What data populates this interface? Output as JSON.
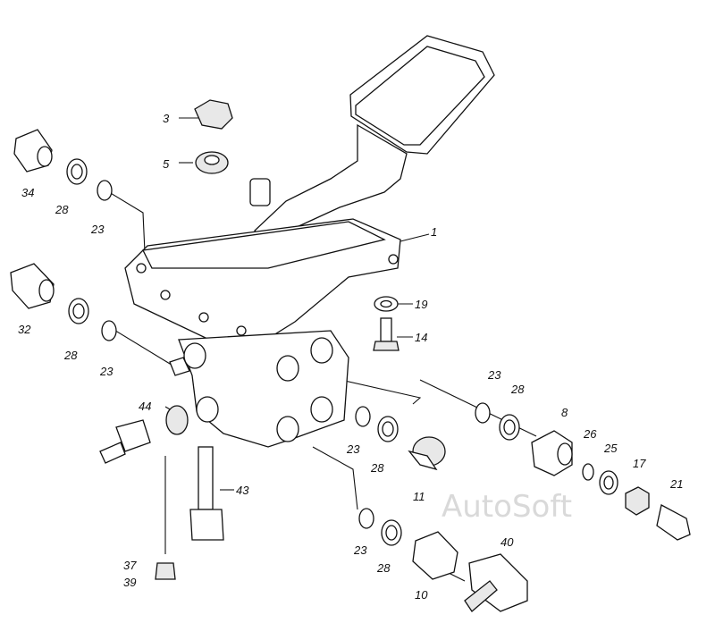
{
  "watermark": "AutoSoft",
  "callouts": [
    {
      "id": "p3",
      "label": "3"
    },
    {
      "id": "p5",
      "label": "5"
    },
    {
      "id": "p34",
      "label": "34"
    },
    {
      "id": "p28a",
      "label": "28"
    },
    {
      "id": "p23a",
      "label": "23"
    },
    {
      "id": "p1",
      "label": "1"
    },
    {
      "id": "p32",
      "label": "32"
    },
    {
      "id": "p28b",
      "label": "28"
    },
    {
      "id": "p23b",
      "label": "23"
    },
    {
      "id": "p19",
      "label": "19"
    },
    {
      "id": "p14",
      "label": "14"
    },
    {
      "id": "p44",
      "label": "44"
    },
    {
      "id": "p23c",
      "label": "23"
    },
    {
      "id": "p28c",
      "label": "28"
    },
    {
      "id": "p8",
      "label": "8"
    },
    {
      "id": "p26",
      "label": "26"
    },
    {
      "id": "p25",
      "label": "25"
    },
    {
      "id": "p17",
      "label": "17"
    },
    {
      "id": "p21",
      "label": "21"
    },
    {
      "id": "p23d",
      "label": "23"
    },
    {
      "id": "p28d",
      "label": "28"
    },
    {
      "id": "p11",
      "label": "11"
    },
    {
      "id": "p43",
      "label": "43"
    },
    {
      "id": "p23e",
      "label": "23"
    },
    {
      "id": "p28e",
      "label": "28"
    },
    {
      "id": "p40",
      "label": "40"
    },
    {
      "id": "p10",
      "label": "10"
    },
    {
      "id": "p37",
      "label": "37"
    },
    {
      "id": "p39",
      "label": "39"
    }
  ]
}
